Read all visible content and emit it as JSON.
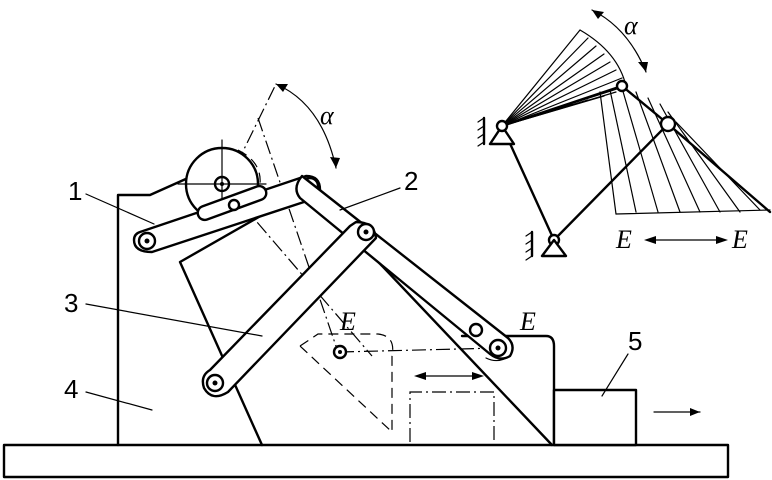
{
  "labels": {
    "part1": "1",
    "part2": "2",
    "part3": "3",
    "part4": "4",
    "part5": "5",
    "angle_main": "α",
    "angle_inset": "α",
    "point_e_left": "E",
    "point_e_right": "E",
    "inset_e_left": "E",
    "inset_e_right": "E"
  }
}
